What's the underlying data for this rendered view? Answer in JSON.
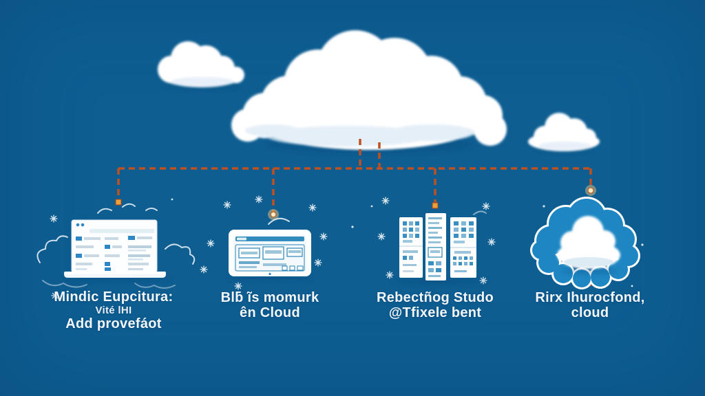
{
  "scene_title": "Cloud connected to devices diagram",
  "colors": {
    "background_light": "#2fa0da",
    "background_dark": "#14679f",
    "connector": "#bf5120",
    "connector_node": "#efa443",
    "cloud_white": "#ffffff",
    "icon_accent_blue": "#2f86c4",
    "label_text": "#f3f8fc"
  },
  "hub": {
    "name": "cloud"
  },
  "nodes": [
    {
      "icon": "laptop-browser",
      "label_lines": [
        "Mindic Eupcitura:",
        "Vité lHI",
        "Add provefáot"
      ]
    },
    {
      "icon": "tablet-dashboard",
      "label_lines": [
        "Blƃ ĩs momurk",
        "ên Cloud"
      ]
    },
    {
      "icon": "server-racks",
      "label_lines": [
        "Rebectñog Studo",
        "@Tfixele bent"
      ]
    },
    {
      "icon": "outlined-cloud",
      "label_lines": [
        "Rirx Ihurocfond,",
        "cloud"
      ]
    }
  ]
}
